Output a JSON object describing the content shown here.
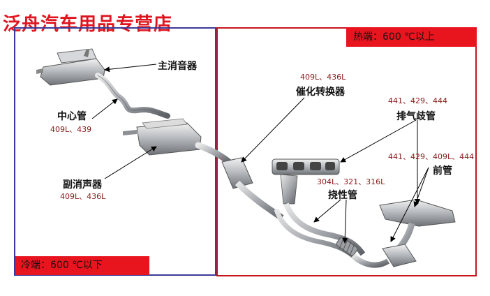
{
  "store_title": "泛舟汽车用品专营店",
  "zones": {
    "hot": "热端：600 ℃以上",
    "cold": "冷端：600 ℃以下"
  },
  "parts": {
    "main_muffler": {
      "label": "主消音器",
      "material": ""
    },
    "center_pipe": {
      "label": "中心管",
      "material": "409L、439"
    },
    "sub_muffler": {
      "label": "副消声器",
      "material": "409L、436L"
    },
    "catalytic_converter": {
      "label": "催化转换器",
      "material": "409L、436L"
    },
    "exhaust_manifold": {
      "label": "排气歧管",
      "material": "441、429、444"
    },
    "front_pipe": {
      "label": "前管",
      "material": "441、429、409L、444"
    },
    "flex_pipe": {
      "label": "挠性管",
      "material": "304L、321、316L"
    }
  },
  "colors": {
    "title": "#e0141e",
    "badge": "#e8141e",
    "cold_frame": "#3a3a9a",
    "hot_frame": "#c8141e"
  }
}
